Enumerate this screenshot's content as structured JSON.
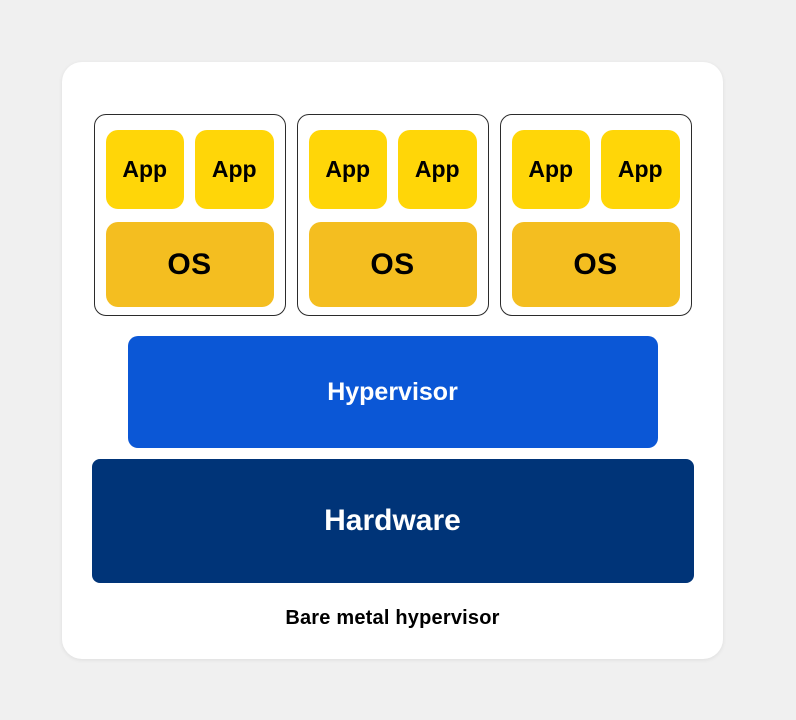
{
  "diagram": {
    "caption": "Bare metal hypervisor",
    "hypervisor_label": "Hypervisor",
    "hardware_label": "Hardware",
    "vms": [
      {
        "apps": [
          "App",
          "App"
        ],
        "os": "OS"
      },
      {
        "apps": [
          "App",
          "App"
        ],
        "os": "OS"
      },
      {
        "apps": [
          "App",
          "App"
        ],
        "os": "OS"
      }
    ]
  },
  "colors": {
    "background": "#f0f0f0",
    "card": "#ffffff",
    "app_box": "#ffd608",
    "os_box": "#f4be20",
    "hypervisor": "#0b57d6",
    "hardware": "#003478",
    "vm_border": "#2b2b2b",
    "text_dark": "#000000",
    "text_light": "#ffffff"
  }
}
